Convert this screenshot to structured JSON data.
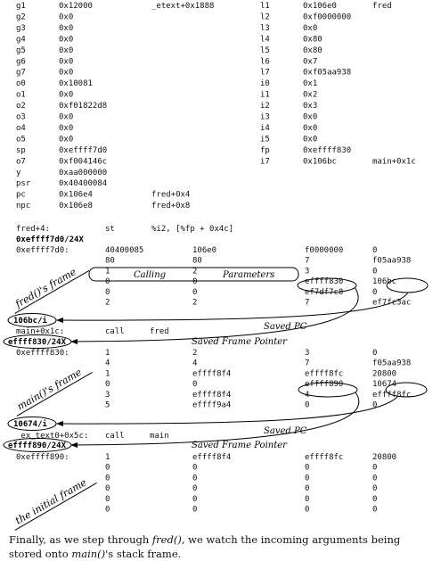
{
  "registers_left": [
    [
      "g1",
      "0x12000",
      "_etext+0x1888"
    ],
    [
      "g2",
      "0x0",
      ""
    ],
    [
      "g3",
      "0x0",
      ""
    ],
    [
      "g4",
      "0x0",
      ""
    ],
    [
      "g5",
      "0x0",
      ""
    ],
    [
      "g6",
      "0x0",
      ""
    ],
    [
      "g7",
      "0x0",
      ""
    ],
    [
      "o0",
      "0x10081",
      ""
    ],
    [
      "o1",
      "0x0",
      ""
    ],
    [
      "o2",
      "0xf01822d8",
      ""
    ],
    [
      "o3",
      "0x0",
      ""
    ],
    [
      "o4",
      "0x0",
      ""
    ],
    [
      "o5",
      "0x0",
      ""
    ],
    [
      "sp",
      "0xeffff7d0",
      ""
    ],
    [
      "o7",
      "0xf004146c",
      ""
    ],
    [
      "y",
      "0xaa000000",
      ""
    ],
    [
      "psr",
      "0x40400084",
      ""
    ],
    [
      "pc",
      "0x106e4",
      "fred+0x4"
    ],
    [
      "npc",
      "0x106e8",
      "fred+0x8"
    ]
  ],
  "registers_right": [
    [
      "l1",
      "0x106e0",
      "fred"
    ],
    [
      "l2",
      "0xf0000000",
      ""
    ],
    [
      "l3",
      "0x0",
      ""
    ],
    [
      "l4",
      "0x80",
      ""
    ],
    [
      "l5",
      "0x80",
      ""
    ],
    [
      "l6",
      "0x7",
      ""
    ],
    [
      "l7",
      "0xf05aa938",
      ""
    ],
    [
      "i0",
      "0x1",
      ""
    ],
    [
      "i1",
      "0x2",
      ""
    ],
    [
      "i2",
      "0x3",
      ""
    ],
    [
      "i3",
      "0x0",
      ""
    ],
    [
      "i4",
      "0x0",
      ""
    ],
    [
      "i5",
      "0x0",
      ""
    ],
    [
      "fp",
      "0xeffff830",
      ""
    ],
    [
      "i7",
      "0x106bc",
      "main+0x1c"
    ]
  ],
  "instruction": {
    "label": "fred+4:",
    "op": "st",
    "args": "%i2, [%fp + 0x4c]"
  },
  "cmd1": "0xeffff7d0/24X",
  "frame1": {
    "addr": "0xeffff7d0:",
    "rows": [
      [
        "40400085",
        "106e0",
        "f0000000",
        "0"
      ],
      [
        "80",
        "80",
        "7",
        "f05aa938"
      ],
      [
        "1",
        "2",
        "3",
        "0"
      ],
      [
        "0",
        "0",
        "effff830",
        "106bc"
      ],
      [
        "0",
        "0",
        "ef7df7c8",
        "0"
      ],
      [
        "2",
        "2",
        "7",
        "ef7fc3ac"
      ]
    ]
  },
  "cmd_a": "106bc/i",
  "dis1": {
    "label": "main+0x1c:",
    "op": "call",
    "target": "fred"
  },
  "cmd_b": "effff830/24X",
  "frame2": {
    "addr": "0xeffff830:",
    "rows": [
      [
        "1",
        "2",
        "3",
        "0"
      ],
      [
        "4",
        "4",
        "7",
        "f05aa938"
      ],
      [
        "1",
        "effff8f4",
        "effff8fc",
        "20800"
      ],
      [
        "0",
        "0",
        "effff890",
        "10674"
      ],
      [
        "3",
        "effff8f4",
        "4",
        "effff8fc"
      ],
      [
        "5",
        "effff9a4",
        "0",
        "0"
      ]
    ]
  },
  "cmd_c": "10674/i",
  "dis2": {
    "label": "_ex_text0+0x5c:",
    "op": "call",
    "target": "main"
  },
  "cmd_d": "effff890/24X",
  "frame3": {
    "addr": "0xeffff890:",
    "rows": [
      [
        "1",
        "effff8f4",
        "effff8fc",
        "20800"
      ],
      [
        "0",
        "0",
        "0",
        "0"
      ],
      [
        "0",
        "0",
        "0",
        "0"
      ],
      [
        "0",
        "0",
        "0",
        "0"
      ],
      [
        "0",
        "0",
        "0",
        "0"
      ],
      [
        "0",
        "0",
        "0",
        "0"
      ]
    ]
  },
  "annotations": {
    "calling": "Calling",
    "parameters": "Parameters",
    "saved_pc": "Saved PC",
    "saved_fp": "Saved Frame Pointer"
  },
  "frame_labels": {
    "fred": "fred()'s frame",
    "main": "main()'s frame",
    "initial": "the initial frame"
  },
  "caption": {
    "p1": "Finally, as we step through ",
    "f1": "fred()",
    "p2": ", we watch the incoming arguments being stored onto ",
    "f2": "main()",
    "p3": "'s stack frame."
  }
}
